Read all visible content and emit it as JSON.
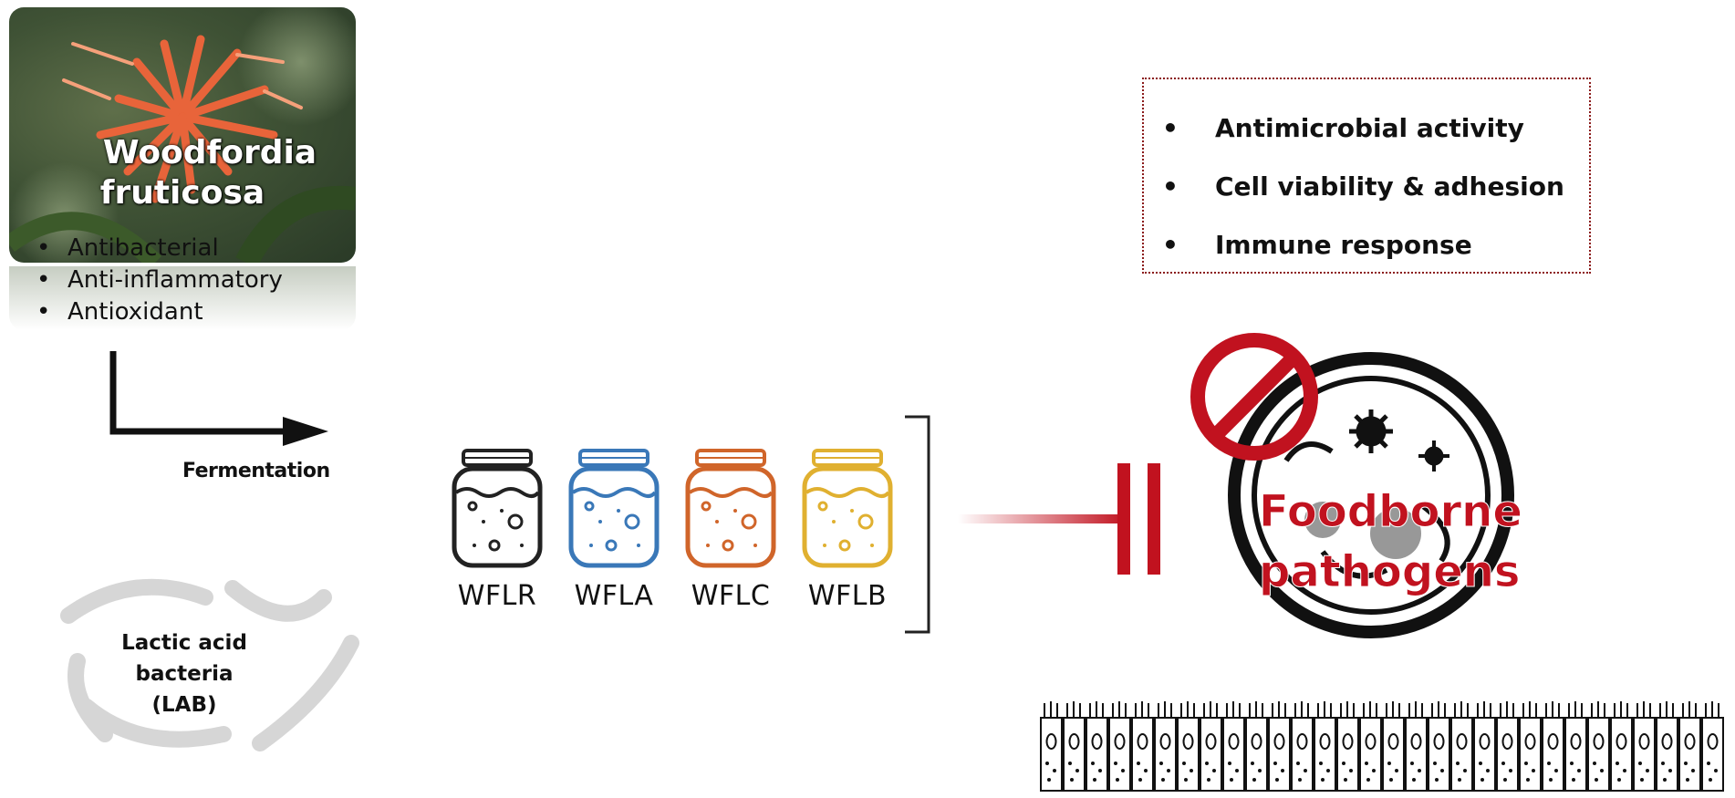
{
  "plant": {
    "name_line1": "Woodfordia",
    "name_line2": "fruticosa",
    "properties": [
      "Antibacterial",
      "Anti-inflammatory",
      "Antioxidant"
    ]
  },
  "process": {
    "label": "Fermentation"
  },
  "bacteria": {
    "label_line1": "Lactic acid bacteria",
    "label_line2": "(LAB)"
  },
  "products": [
    {
      "label": "WFLR",
      "color": "#222222"
    },
    {
      "label": "WFLA",
      "color": "#3a78b8"
    },
    {
      "label": "WFLC",
      "color": "#d0652a"
    },
    {
      "label": "WFLB",
      "color": "#e0b030"
    }
  ],
  "effects": [
    "Antimicrobial activity",
    "Cell viability & adhesion",
    "Immune response"
  ],
  "target": {
    "line1": "Foodborne",
    "line2": "pathogens",
    "color": "#c1121f"
  }
}
